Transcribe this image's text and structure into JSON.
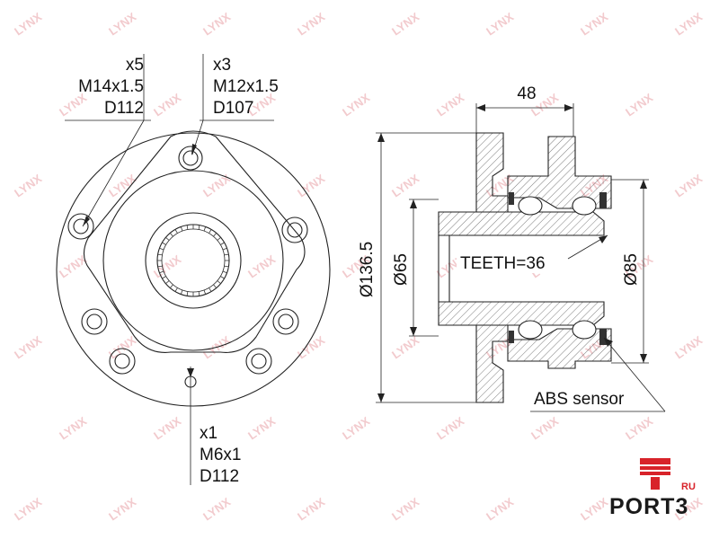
{
  "watermark": {
    "text": "LYNX",
    "color": "#e8a0a6"
  },
  "front_view": {
    "callouts": [
      {
        "count": "x5",
        "thread": "M14x1.5",
        "diameter": "D112"
      },
      {
        "count": "x3",
        "thread": "M12x1.5",
        "diameter": "D107"
      },
      {
        "count": "x1",
        "thread": "M6x1",
        "diameter": "D112"
      }
    ]
  },
  "section_view": {
    "width_dim": "48",
    "flange_dia": "Ø136.5",
    "bore_dia": "Ø65",
    "outer_dia": "Ø85",
    "teeth": "TEETH=36",
    "sensor": "ABS sensor"
  },
  "logo": {
    "brand": "PORT3",
    "suffix": "RU",
    "color": "#d8232a"
  }
}
